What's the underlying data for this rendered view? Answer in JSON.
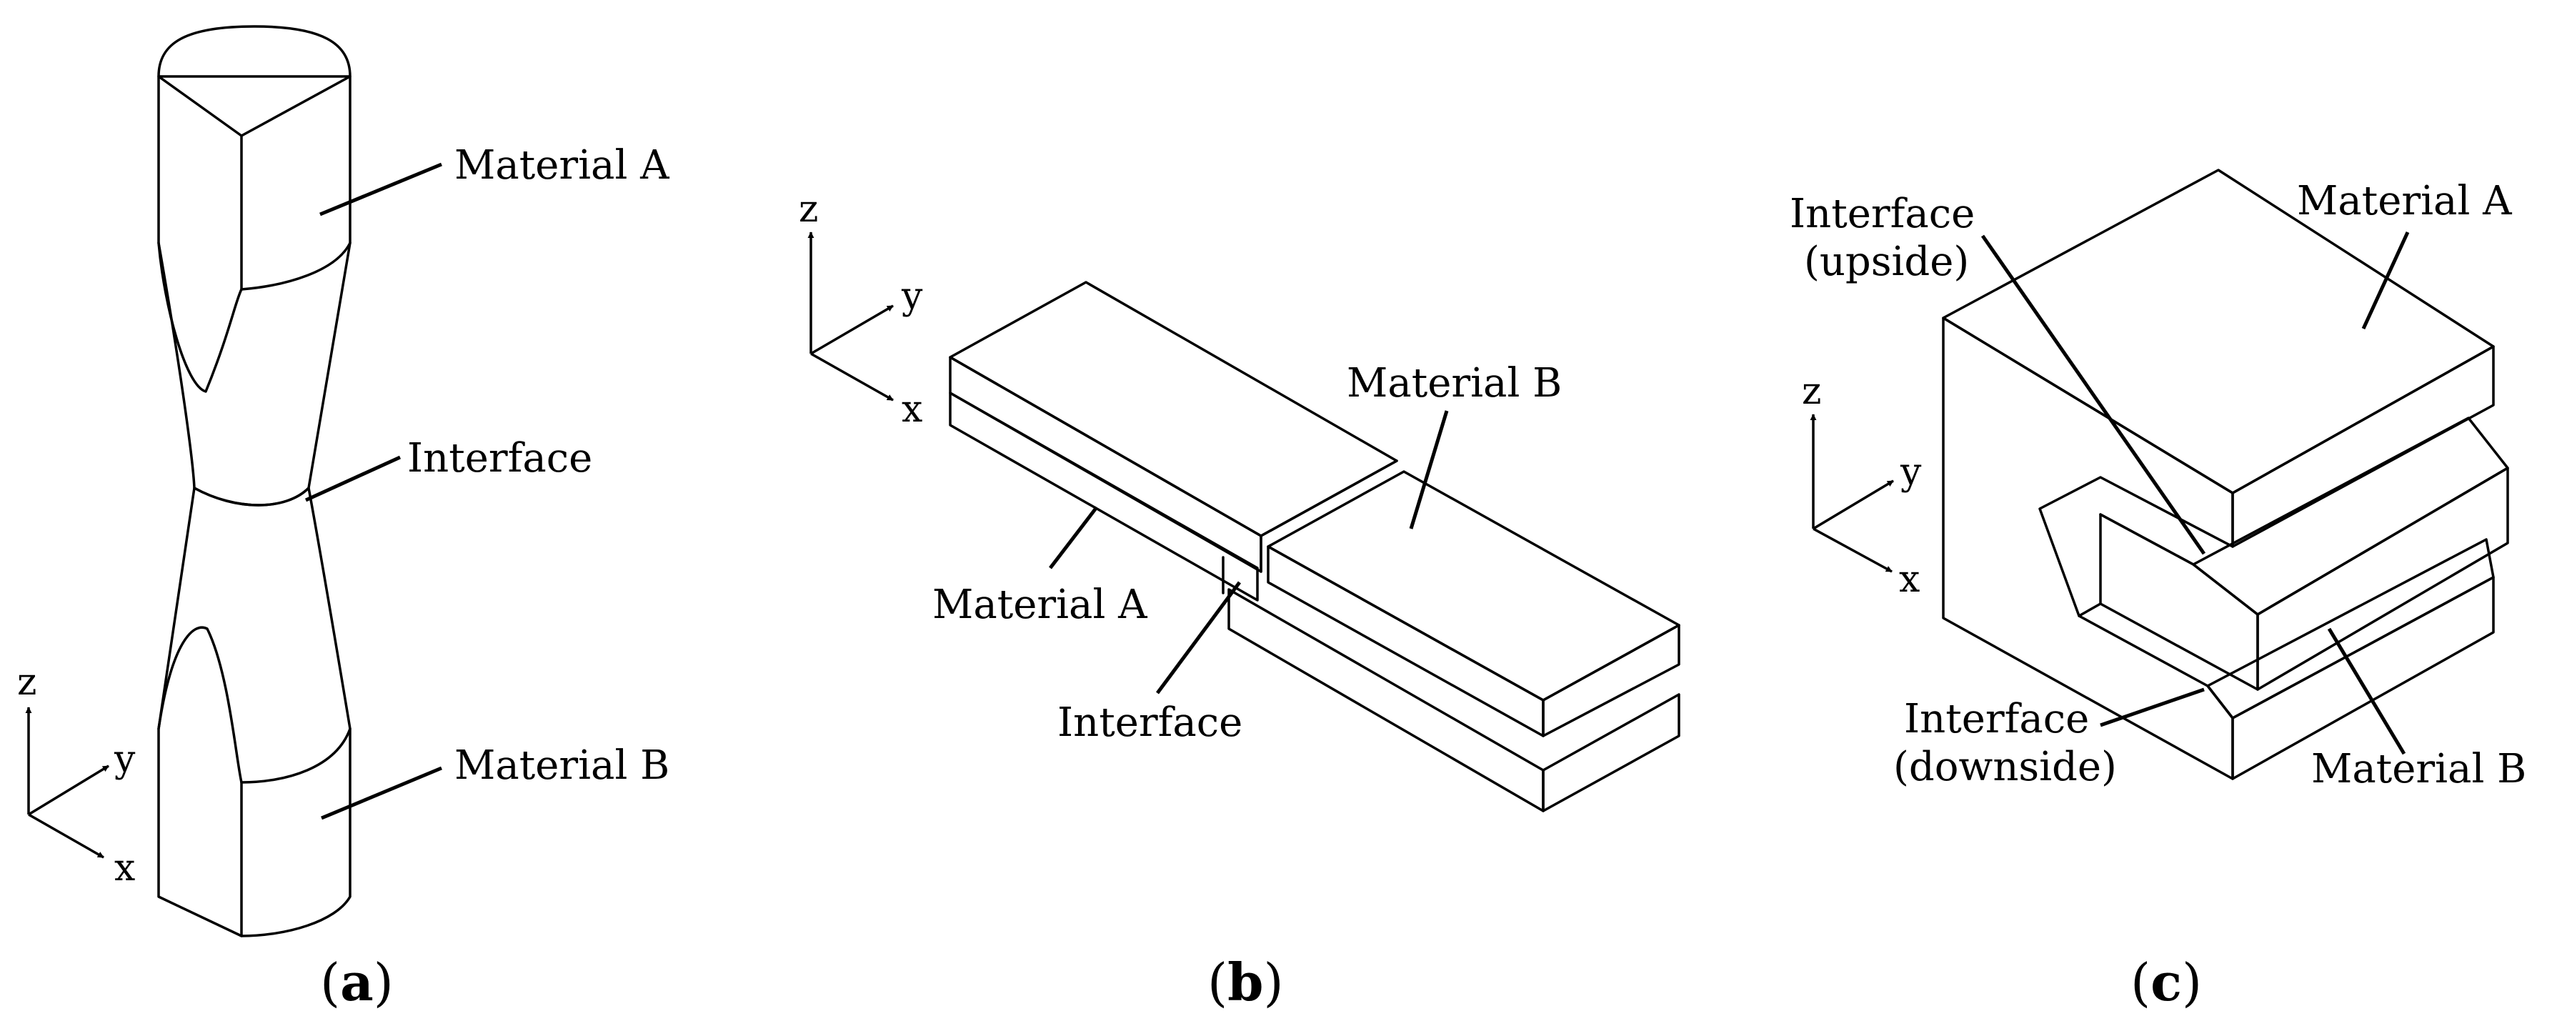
{
  "colors": {
    "material_a_fill": "#d9d9d9",
    "material_b_fill": "#ffffff",
    "line": "#000000",
    "background": "#ffffff"
  },
  "panel_a": {
    "material_a_label": "Material A",
    "interface_label": "Interface",
    "material_b_label": "Material B",
    "axes": {
      "z": "z",
      "y": "y",
      "x": "x"
    },
    "caption_open": "(",
    "caption_letter": "a",
    "caption_close": ")"
  },
  "panel_b": {
    "material_b_label": "Material B",
    "material_a_label": "Material A",
    "interface_label": "Interface",
    "axes": {
      "z": "z",
      "y": "y",
      "x": "x"
    },
    "caption_open": "(",
    "caption_letter": "b",
    "caption_close": ")"
  },
  "panel_c": {
    "interface_upside_line1": "Interface",
    "interface_upside_line2": "(upside)",
    "material_a_label": "Material A",
    "interface_downside_line1": "Interface",
    "interface_downside_line2": "(downside)",
    "material_b_label": "Material B",
    "axes": {
      "z": "z",
      "y": "y",
      "x": "x"
    },
    "caption_open": "(",
    "caption_letter": "c",
    "caption_close": ")"
  }
}
